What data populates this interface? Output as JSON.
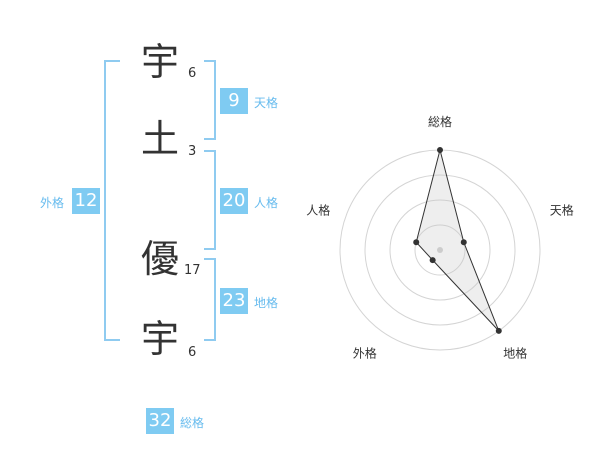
{
  "characters": [
    {
      "char": "宇",
      "strokes": "6"
    },
    {
      "char": "土",
      "strokes": "3"
    },
    {
      "char": "優",
      "strokes": "17"
    },
    {
      "char": "宇",
      "strokes": "6"
    }
  ],
  "kaku": {
    "tenkaku": {
      "value": "9",
      "label": "天格"
    },
    "jinkaku": {
      "value": "20",
      "label": "人格"
    },
    "chikaku": {
      "value": "23",
      "label": "地格"
    },
    "gaikaku": {
      "value": "12",
      "label": "外格"
    },
    "soukaku": {
      "value": "32",
      "label": "総格"
    }
  },
  "accent_color": "#7fcbf2",
  "chart_data": {
    "type": "radar",
    "axes": [
      "総格",
      "天格",
      "地格",
      "外格",
      "人格"
    ],
    "values": [
      4,
      1,
      4,
      0.5,
      1
    ],
    "rmax": 4,
    "rings": 4
  }
}
